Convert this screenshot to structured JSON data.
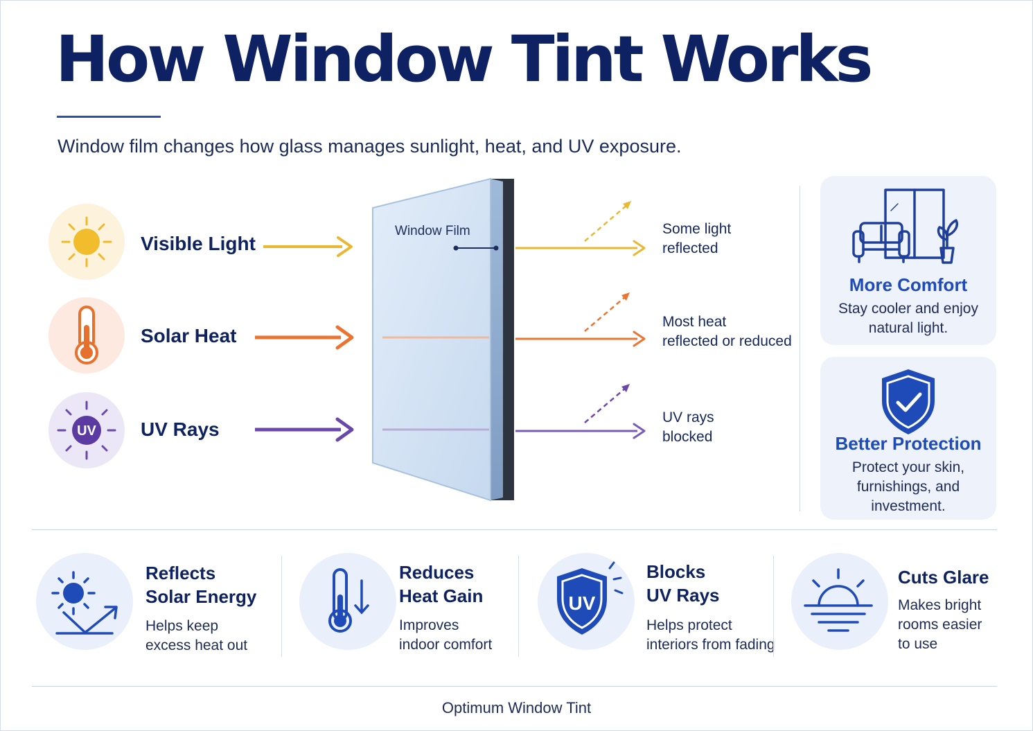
{
  "title": "How Window Tint Works",
  "subtitle": "Window film changes how glass manages sunlight, heat, and UV exposure.",
  "film_label": "Window Film",
  "rays": [
    {
      "label": "Visible Light",
      "icon": "sun-icon",
      "color": "#e9b731",
      "outcome": [
        "Some light",
        "reflected"
      ]
    },
    {
      "label": "Solar Heat",
      "icon": "thermometer-icon",
      "color": "#ec7431",
      "outcome": [
        "Most heat",
        "reflected or reduced"
      ]
    },
    {
      "label": "UV Rays",
      "icon": "uv-icon",
      "icon_text": "UV",
      "color": "#6a47ab",
      "outcome": [
        "UV rays",
        "blocked"
      ]
    }
  ],
  "cards": [
    {
      "title": "More Comfort",
      "text": "Stay cooler and enjoy natural light.",
      "icon": "living-room-icon"
    },
    {
      "title": "Better Protection",
      "text": "Protect your skin, furnishings, and investment.",
      "icon": "shield-check-icon"
    }
  ],
  "benefits": [
    {
      "title": "Reflects\nSolar Energy",
      "text": "Helps keep\nexcess heat out",
      "icon": "sun-reflect-icon"
    },
    {
      "title": "Reduces\nHeat Gain",
      "text": "Improves\nindoor comfort",
      "icon": "thermometer-down-icon"
    },
    {
      "title": "Blocks\nUV Rays",
      "text": "Helps protect\ninteriors from fading",
      "icon": "uv-shield-icon",
      "icon_text": "UV"
    },
    {
      "title": "Cuts Glare",
      "text": "Makes bright\nrooms easier\nto use",
      "icon": "sunset-glare-icon"
    }
  ],
  "footer": "Optimum Window Tint",
  "colors": {
    "navy": "#0e2260",
    "accent_blue": "#1e4bb8",
    "card_bg": "#eef2fa",
    "glass": "#cfe0f3"
  }
}
